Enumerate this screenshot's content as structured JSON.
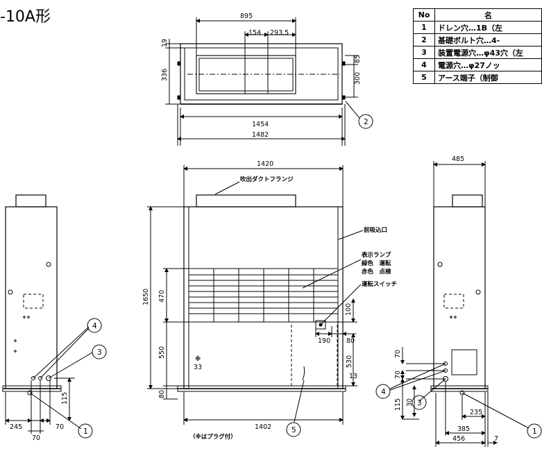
{
  "title": "-10A形",
  "table": {
    "headers": [
      "No",
      "名"
    ],
    "rows": [
      {
        "no": "1",
        "name": "ドレン穴…1B（左"
      },
      {
        "no": "2",
        "name": "基礎ボルト穴…4-"
      },
      {
        "no": "3",
        "name": "装置電源穴…φ43穴（左"
      },
      {
        "no": "4",
        "name": "電源穴…φ27ノッ"
      },
      {
        "no": "5",
        "name": "アース端子（制御"
      }
    ]
  },
  "labels": {
    "duct_flange": "吹出ダクトフランジ",
    "front_inlet": "前吸込口",
    "lamp_line1": "表示ランプ",
    "lamp_line2": "緑色　運転",
    "lamp_line3": "赤色　点検",
    "run_switch": "運転スイッチ",
    "mark": "※",
    "plug_note": "（※はプラグ付）"
  },
  "dims": {
    "top_width_895": "895",
    "top_154": "154",
    "top_2935": "293.5",
    "top_19": "19",
    "top_336": "336",
    "top_85": "85",
    "top_300": "300",
    "top_1454": "1454",
    "top_1482": "1482",
    "front_1420": "1420",
    "front_1650": "1650",
    "front_470": "470",
    "front_550": "550",
    "front_80": "80",
    "front_100": "100",
    "front_190": "190",
    "front_80b": "80",
    "front_530": "530",
    "front_13": "13",
    "front_33": "33",
    "front_1402": "1402",
    "right_485": "485",
    "right_70a": "70",
    "right_70b": "70",
    "right_115": "115",
    "right_30": "30",
    "right_235": "235",
    "right_385": "385",
    "right_456": "456",
    "right_7": "7",
    "left_115": "115",
    "left_245": "245",
    "left_70a": "70",
    "left_70b": "70"
  },
  "callouts": {
    "c1": "1",
    "c2": "2",
    "c3": "3",
    "c4": "4",
    "c5": "5"
  }
}
